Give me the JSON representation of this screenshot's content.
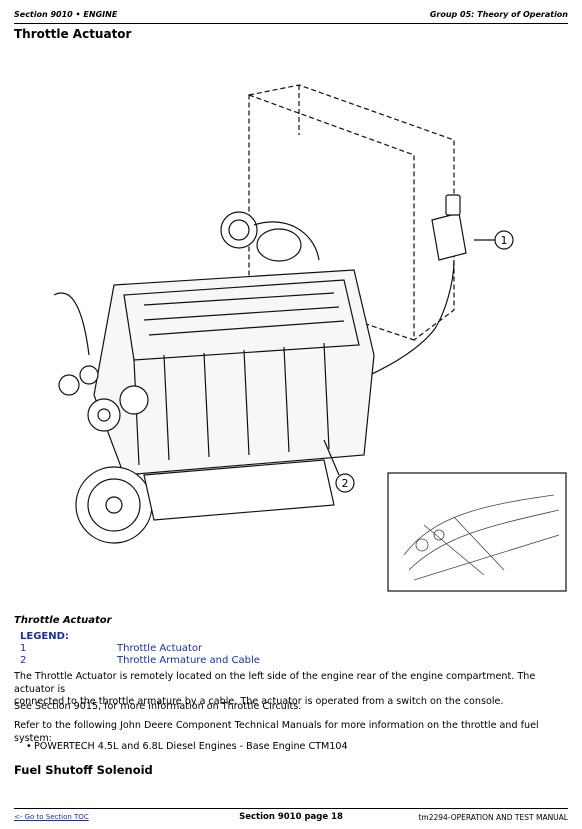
{
  "header": {
    "left": "Section 9010 • ENGINE",
    "right": "Group 05: Theory of Operation"
  },
  "page_title": "Throttle Actuator",
  "figure": {
    "callout_1": "1",
    "callout_2": "2"
  },
  "caption": "Throttle Actuator",
  "legend": {
    "title": "LEGEND:",
    "items": [
      {
        "number": "1",
        "label": "Throttle Actuator"
      },
      {
        "number": "2",
        "label": "Throttle Armature and Cable"
      }
    ]
  },
  "paragraphs": {
    "p1_line1": "The Throttle Actuator is remotely located on the left side of the engine rear of the engine compartment. The actuator is",
    "p1_line2": "connected to the throttle armature by a cable. The actuator is operated from a switch on the console.",
    "p2": "See Section 9015, for more information on Throttle Circuits.",
    "p3": "Refer to the following John Deere Component Technical Manuals for more information on the throttle and fuel system:"
  },
  "bullets": [
    "POWERTECH 4.5L and 6.8L Diesel Engines - Base Engine CTM104"
  ],
  "next_section_heading": "Fuel Shutoff Solenoid",
  "footer": {
    "toc_link": "<- Go to Section TOC",
    "center": "Section 9010 page 18",
    "right": "tm2294-OPERATION AND TEST MANUAL"
  }
}
